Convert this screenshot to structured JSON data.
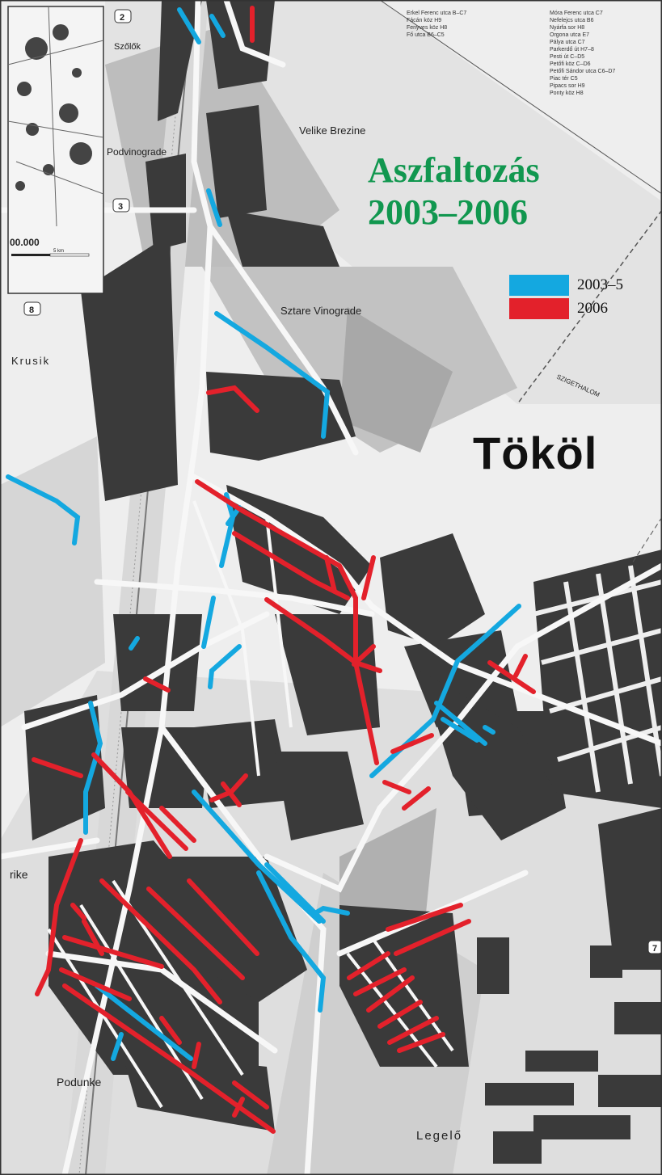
{
  "title": {
    "line1": "Aszfaltozás",
    "line2": "2003–2006"
  },
  "legend": {
    "items": [
      {
        "label": "2003–5",
        "color": "#14a8e0"
      },
      {
        "label": "2006",
        "color": "#e3212b"
      }
    ]
  },
  "place_names": {
    "town": "Tököl",
    "velike_brezine": "Velike Brezine",
    "podvinograde": "Podvinograde",
    "sztare_vinograde": "Sztare Vinograde",
    "krusik": "Krusik",
    "rike": "rike",
    "podunke": "Podunke",
    "legelo": "Legelő",
    "szigethalom": "SZIGETHALOM",
    "szolok": "Szőlők"
  },
  "inset": {
    "scale_label": "00.000",
    "scale_unit": "5 km"
  },
  "road_markers": [
    "2",
    "3",
    "8",
    "7"
  ],
  "street_index_left": [
    "Erkel Ferenc utca B–C7",
    "Fácán köz H9",
    "Fenyves köz H8",
    "Fő utca B6–C5"
  ],
  "street_index_right": [
    "Móra Ferenc utca C7",
    "Nefelejcs utca B6",
    "Nyárfa sor H8",
    "Orgona utca E7",
    "Pálya utca C7",
    "Parkerdő út H7–8",
    "Pesti út C–D5",
    "Petőfi köz C–D6",
    "Petőfi Sándor utca C6–D7",
    "Piac tér C5",
    "Pipacs sor H9",
    "Ponty köz H8"
  ]
}
